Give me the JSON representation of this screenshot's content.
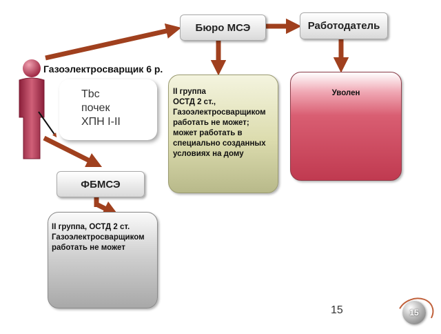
{
  "boxes": {
    "buro_mse": "Бюро МСЭ",
    "rabotodatel": "Работодатель",
    "fbmse": "ФБМСЭ"
  },
  "person": {
    "title": "Газоэлектросварщик 6 р."
  },
  "diagnosis_note": {
    "text": "Tbc\nпочек\nХПН I-II"
  },
  "panels": {
    "buro_decision": "II группа\nОСТД 2 ст.,\nГазоэлектросварщиком\nработать не может;\nможет работать в\nспециально созданных\nусловиях на дому",
    "employer_decision": "Уволен",
    "fbmse_decision": "II группа, ОСТД 2 ст.\nГазоэлектросварщиком\nработать не может"
  },
  "footer": {
    "page_number": "15",
    "logo_number": "15"
  },
  "colors": {
    "arrow": "#a0401e",
    "person": "#c0506a",
    "olive_panel": "#dcdcae",
    "red_panel": "#c03a50",
    "gray_panel": "#b0b0b0"
  }
}
